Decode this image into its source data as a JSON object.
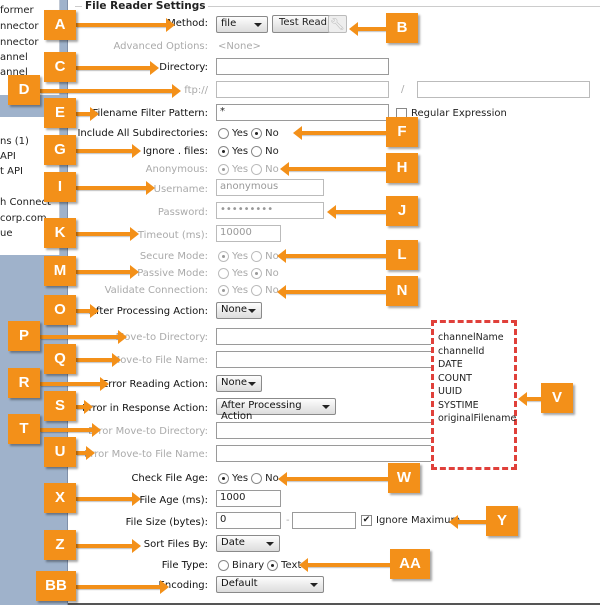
{
  "sidebar": {
    "items": [
      "former",
      "nnector",
      "nnector",
      "annel",
      "annel",
      "ns (1)",
      "API",
      "t API",
      "h Connect",
      "corp.com",
      "ue"
    ]
  },
  "section_title": "File Reader Settings",
  "fields": {
    "method": {
      "label": "Method:",
      "value": "file",
      "test_read": "Test Read"
    },
    "advanced": {
      "label": "Advanced Options:",
      "value": "<None>"
    },
    "directory": {
      "label": "Directory:",
      "value": ""
    },
    "ftp": {
      "label": "ftp://",
      "host": "",
      "separator": "/",
      "path": ""
    },
    "filter": {
      "label": "Filename Filter Pattern:",
      "value": "*",
      "regex_label": "Regular Expression",
      "regex_checked": false
    },
    "include_subdirs": {
      "label": "Include All Subdirectories:",
      "options": [
        "Yes",
        "No"
      ],
      "selected": "No"
    },
    "ignore_dot": {
      "label": "Ignore . files:",
      "options": [
        "Yes",
        "No"
      ],
      "selected": "Yes"
    },
    "anonymous": {
      "label": "Anonymous:",
      "options": [
        "Yes",
        "No"
      ],
      "selected": "Yes"
    },
    "username": {
      "label": "Username:",
      "value": "anonymous"
    },
    "password": {
      "label": "Password:",
      "value": "•••••••••"
    },
    "timeout": {
      "label": "Timeout (ms):",
      "value": "10000"
    },
    "secure": {
      "label": "Secure Mode:",
      "options": [
        "Yes",
        "No"
      ],
      "selected": "Yes"
    },
    "passive": {
      "label": "Passive Mode:",
      "options": [
        "Yes",
        "No"
      ],
      "selected": "No"
    },
    "validate": {
      "label": "Validate Connection:",
      "options": [
        "Yes",
        "No"
      ],
      "selected": "Yes"
    },
    "after_action": {
      "label": "After Processing Action:",
      "value": "None"
    },
    "move_dir": {
      "label": "Move-to Directory:",
      "value": ""
    },
    "move_file": {
      "label": "Move-to File Name:",
      "value": ""
    },
    "error_reading": {
      "label": "Error Reading Action:",
      "value": "None"
    },
    "error_response": {
      "label": "Error in Response Action:",
      "value": "After Processing Action"
    },
    "error_move_dir": {
      "label": "Error Move-to Directory:",
      "value": ""
    },
    "error_move_file": {
      "label": "Error Move-to File Name:",
      "value": ""
    },
    "check_age": {
      "label": "Check File Age:",
      "options": [
        "Yes",
        "No"
      ],
      "selected": "Yes"
    },
    "file_age": {
      "label": "File Age (ms):",
      "value": "1000"
    },
    "file_size": {
      "label": "File Size (bytes):",
      "min": "0",
      "dash": "-",
      "max": "",
      "ignore_max_label": "Ignore Maximum",
      "ignore_max_checked": true
    },
    "sort_by": {
      "label": "Sort Files By:",
      "value": "Date"
    },
    "file_type": {
      "label": "File Type:",
      "options": [
        "Binary",
        "Text"
      ],
      "selected": "Text"
    },
    "encoding": {
      "label": "Encoding:",
      "value": "Default"
    }
  },
  "variables": [
    "channelName",
    "channelId",
    "DATE",
    "COUNT",
    "UUID",
    "SYSTIME",
    "originalFilename"
  ],
  "callouts": [
    "A",
    "B",
    "C",
    "D",
    "E",
    "F",
    "G",
    "H",
    "I",
    "J",
    "K",
    "L",
    "M",
    "N",
    "O",
    "P",
    "Q",
    "R",
    "S",
    "T",
    "U",
    "V",
    "W",
    "X",
    "Y",
    "Z",
    "AA",
    "BB"
  ],
  "colors": {
    "callout": "#f39019",
    "highlight_border": "#e0403a",
    "sidebar": "#9fb2cb"
  }
}
